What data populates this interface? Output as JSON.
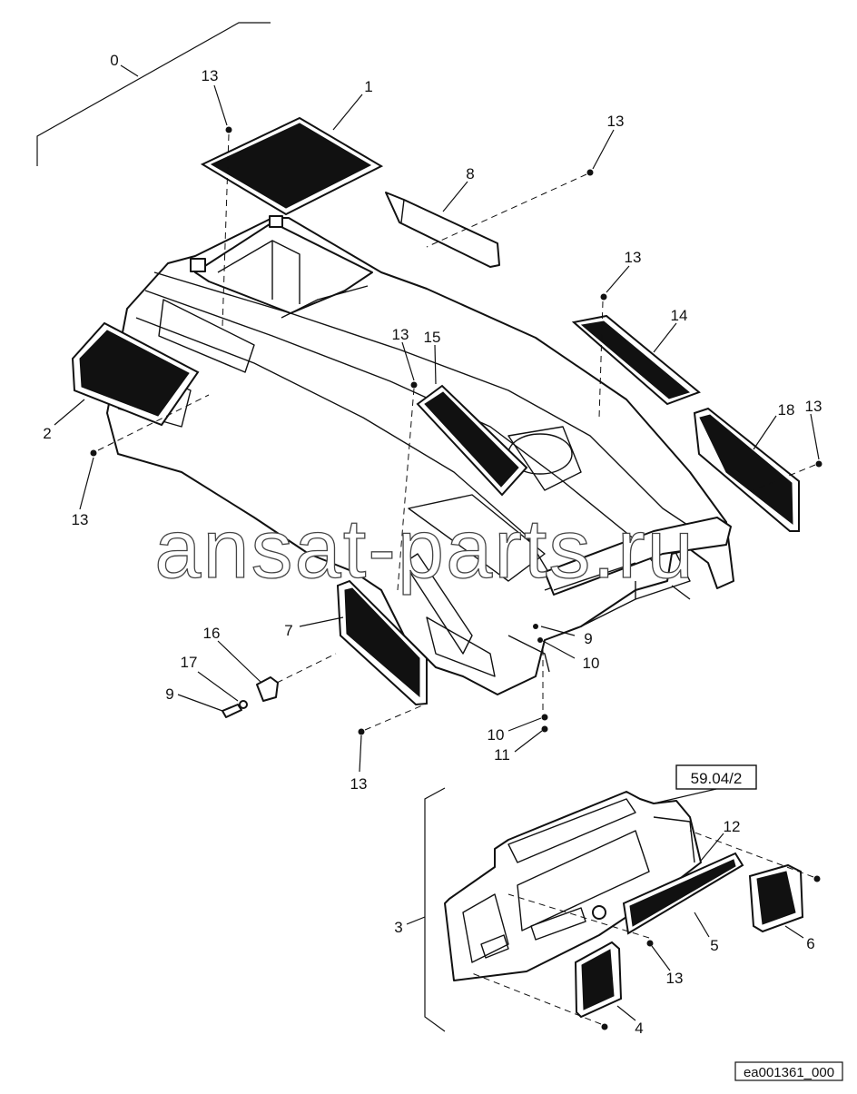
{
  "watermark": "ansat-parts.ru",
  "reference_box": "59.04/2",
  "figure_code": "ea001361_000",
  "callouts": [
    {
      "id": "c0",
      "text": "0"
    },
    {
      "id": "c1",
      "text": "1"
    },
    {
      "id": "c2",
      "text": "2"
    },
    {
      "id": "c3",
      "text": "3"
    },
    {
      "id": "c4",
      "text": "4"
    },
    {
      "id": "c5",
      "text": "5"
    },
    {
      "id": "c6",
      "text": "6"
    },
    {
      "id": "c7",
      "text": "7"
    },
    {
      "id": "c8",
      "text": "8"
    },
    {
      "id": "c9a",
      "text": "9"
    },
    {
      "id": "c9b",
      "text": "9"
    },
    {
      "id": "c10a",
      "text": "10"
    },
    {
      "id": "c10b",
      "text": "10"
    },
    {
      "id": "c11",
      "text": "11"
    },
    {
      "id": "c12",
      "text": "12"
    },
    {
      "id": "c13a",
      "text": "13"
    },
    {
      "id": "c13b",
      "text": "13"
    },
    {
      "id": "c13c",
      "text": "13"
    },
    {
      "id": "c13d",
      "text": "13"
    },
    {
      "id": "c13e",
      "text": "13"
    },
    {
      "id": "c13f",
      "text": "13"
    },
    {
      "id": "c13g",
      "text": "13"
    },
    {
      "id": "c13h",
      "text": "13"
    },
    {
      "id": "c14",
      "text": "14"
    },
    {
      "id": "c15",
      "text": "15"
    },
    {
      "id": "c16",
      "text": "16"
    },
    {
      "id": "c17",
      "text": "17"
    },
    {
      "id": "c18",
      "text": "18"
    }
  ]
}
